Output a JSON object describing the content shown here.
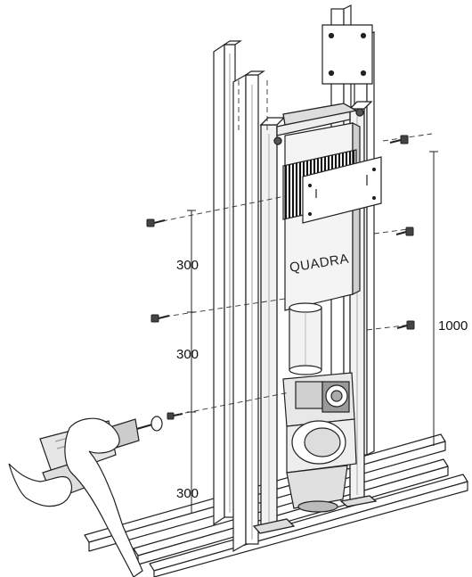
{
  "frame": {
    "brand_label": "QUADRA"
  },
  "dimensions": {
    "spacing_1": "300",
    "spacing_2": "300",
    "spacing_3": "300",
    "overall": "1000"
  }
}
